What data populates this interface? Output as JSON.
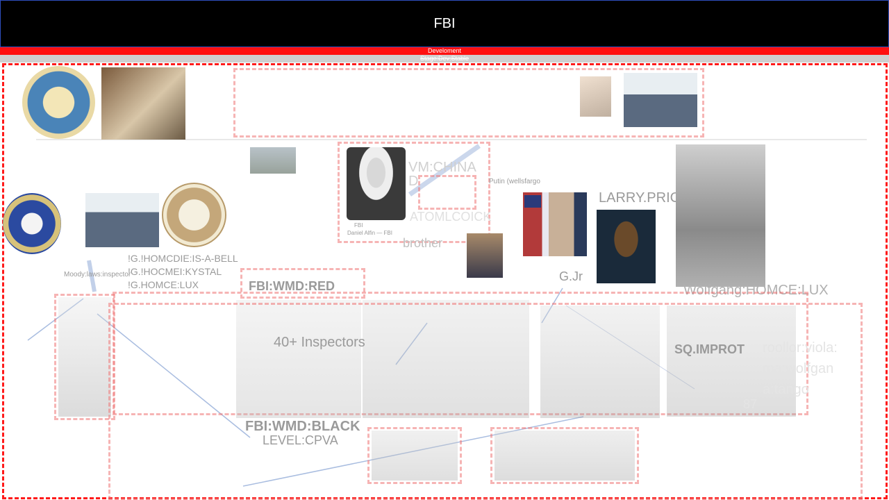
{
  "header": {
    "title": "FBI"
  },
  "status": {
    "red_bar": "Develoment",
    "gray_bar": "Stage:Dev:Stable"
  },
  "labels": {
    "vm_china": "VM:CHINA",
    "d_line": "D",
    "putin": "Putin (wellsfargo",
    "atomlcoick": "ATOMLCOICK",
    "brother": "brother",
    "larry_price": "LARRY.PRICE",
    "g_jr": "G.Jr",
    "wolfgang": "Wolfgang:HOMCE:LUX",
    "homcdie": "!G.!HOMCDIE:IS-A-BELL",
    "hocmei": "!G.!HOCMEI:KYSTAL",
    "homce_lux": "!G.HOMCE:LUX",
    "moody": "Moody:laws:inspector",
    "fbi_wmd_red": "FBI:WMD:RED",
    "inspectors": "40+ Inspectors",
    "sq_improt": "SQ.IMPROT",
    "viola": "roollor:viola:",
    "wolfgan": "ma:wolfgan",
    "tango": "a:tango",
    "num": "87",
    "fbi_wmd_black": "FBI:WMD:BLACK",
    "level_cpva": "LEVEL:CPVA",
    "photo_caption_1": "FBI",
    "photo_caption_2": "Daniel Alfin — FBI"
  },
  "colors": {
    "title_bg": "#000000",
    "accent_red": "#ff1010",
    "dash_red": "#ff1a1a",
    "muted_text": "#9a9a9a"
  },
  "icons": [
    "california-corrections-seal-icon",
    "fbi-seal-icon",
    "tarrant-county-seal-icon",
    "us-flag-icon"
  ]
}
